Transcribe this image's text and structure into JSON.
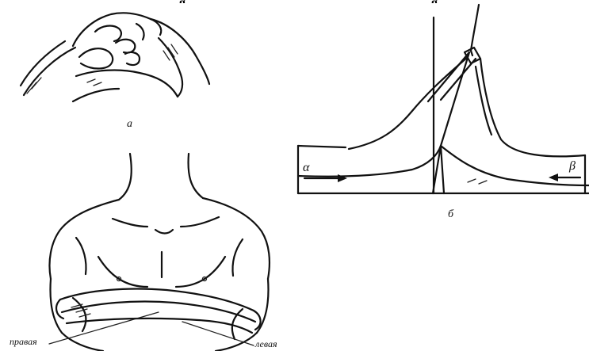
{
  "caption": {
    "left_text": "g",
    "right_text": "g"
  },
  "panels": {
    "a": {
      "label": "a"
    },
    "b": {
      "label": "б"
    },
    "arms": {
      "label_right": "правая",
      "label_left": "левая"
    },
    "arrows": {
      "left_label": "α",
      "right_label": "β"
    }
  },
  "colors": {
    "ink": "#111111",
    "background": "#ffffff"
  }
}
